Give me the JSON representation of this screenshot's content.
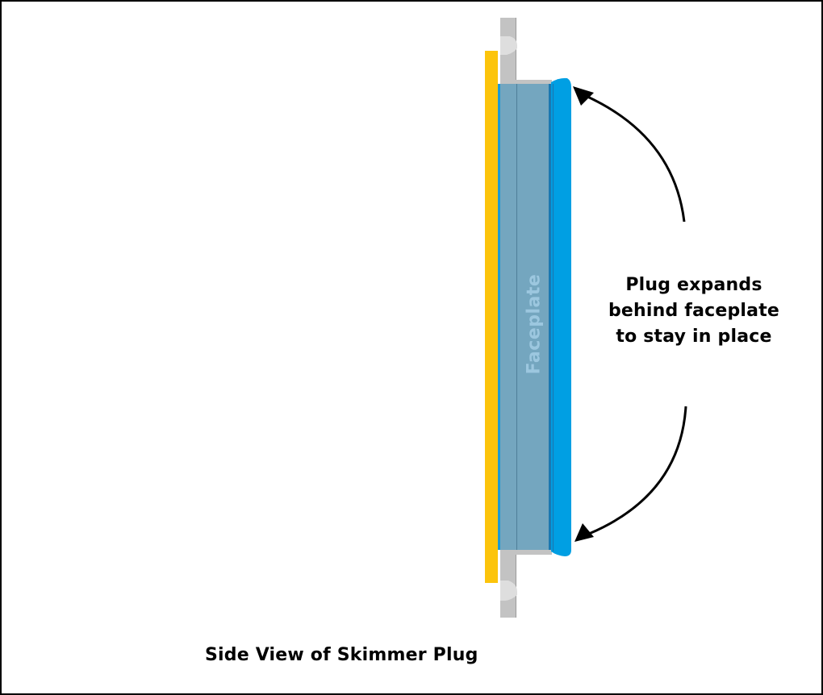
{
  "diagram": {
    "title": "Side View of Skimmer Plug",
    "annotation": {
      "lines": [
        "Plug expands",
        "behind faceplate",
        "to stay in place"
      ]
    },
    "parts": {
      "faceplate_label": "Faceplate",
      "gasket": {
        "name": "yellow gasket",
        "color": "#fcc40b"
      },
      "wall": {
        "name": "skimmer wall",
        "color": "#c3c3c3",
        "notch_color": "#dedede"
      },
      "faceplate": {
        "name": "faceplate",
        "color": "#74a6bf",
        "edge_color": "#1b9ad6"
      },
      "plug": {
        "name": "expanding plug",
        "color": "#009fe3"
      }
    },
    "arrows": [
      {
        "name": "upper-arrow",
        "direction": "up-left",
        "target": "top edge of plug"
      },
      {
        "name": "lower-arrow",
        "direction": "down-left",
        "target": "bottom edge of plug"
      }
    ]
  }
}
